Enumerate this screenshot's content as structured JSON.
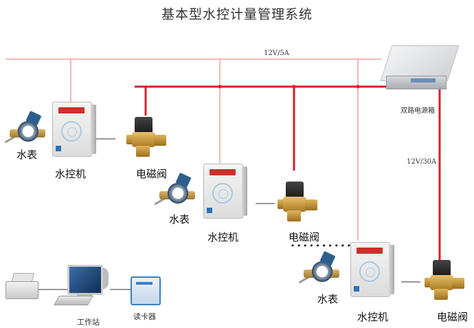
{
  "title": "基本型水控计量管理系统",
  "bus_labels": {
    "main": "12V/5A",
    "branch": "12V/30A"
  },
  "power_box": {
    "label": "双路电源箱"
  },
  "units": [
    {
      "meter": "水表",
      "controller": "水控机",
      "valve": "电磁阀"
    },
    {
      "meter": "水表",
      "controller": "水控机",
      "valve": "电磁阀"
    },
    {
      "meter": "水表",
      "controller": "水控机",
      "valve": "电磁阀"
    }
  ],
  "workstation": {
    "label": "工作站"
  },
  "card_reader": {
    "label": "读卡器"
  },
  "colors": {
    "power_line": "#d0202a",
    "signal_line": "#f0a0a0",
    "link_line": "#333333"
  }
}
